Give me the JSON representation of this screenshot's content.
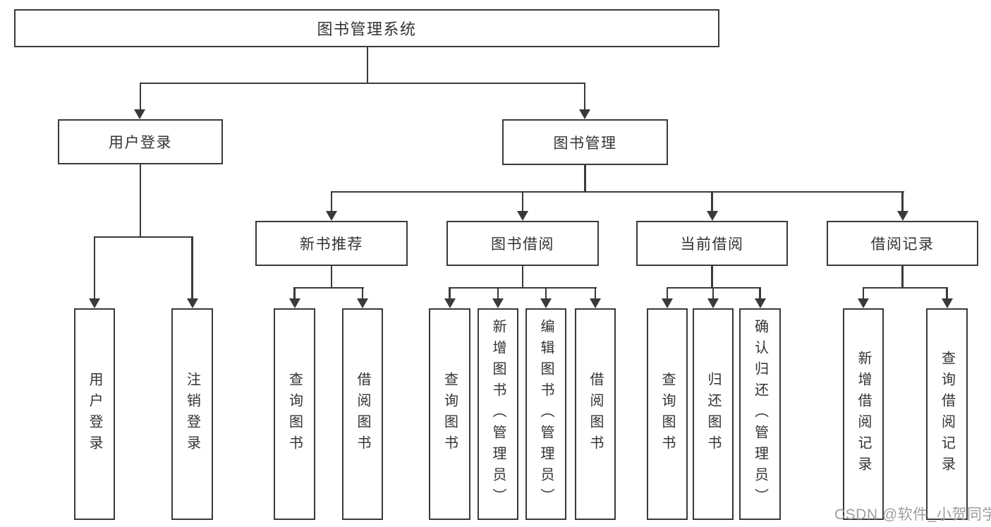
{
  "watermark": "CSDN @软件_小贺同学",
  "colors": {
    "line": "#3a3a3a",
    "text": "#333333",
    "watermark": "#9e9e9e",
    "background": "#ffffff"
  },
  "tree": {
    "label": "图书管理系统",
    "children": [
      {
        "label": "用户登录",
        "children": [
          {
            "label": "用户登录"
          },
          {
            "label": "注销登录"
          }
        ]
      },
      {
        "label": "图书管理",
        "children": [
          {
            "label": "新书推荐",
            "children": [
              {
                "label": "查询图书"
              },
              {
                "label": "借阅图书"
              }
            ]
          },
          {
            "label": "图书借阅",
            "children": [
              {
                "label": "查询图书"
              },
              {
                "label": "新增图书（管理员）"
              },
              {
                "label": "编辑图书（管理员）"
              },
              {
                "label": "借阅图书"
              }
            ]
          },
          {
            "label": "当前借阅",
            "children": [
              {
                "label": "查询图书"
              },
              {
                "label": "归还图书"
              },
              {
                "label": "确认归还（管理员）"
              }
            ]
          },
          {
            "label": "借阅记录",
            "children": [
              {
                "label": "新增借阅记录"
              },
              {
                "label": "查询借阅记录"
              }
            ]
          }
        ]
      }
    ]
  }
}
